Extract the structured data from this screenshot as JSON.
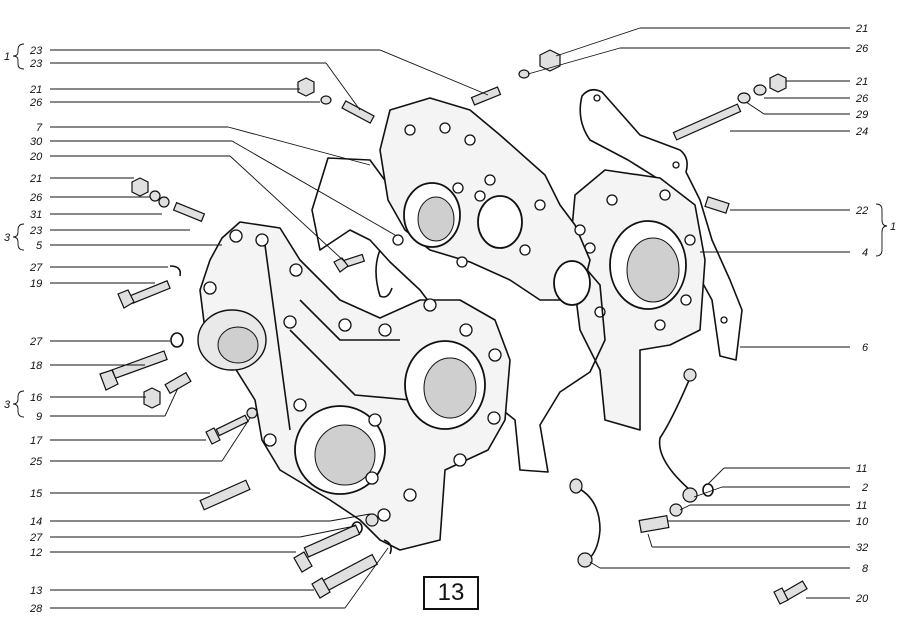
{
  "figure_number": "13",
  "callouts": {
    "left": [
      {
        "id": "l1",
        "text": "23"
      },
      {
        "id": "l2",
        "text": "23"
      },
      {
        "id": "l3",
        "text": "21"
      },
      {
        "id": "l4",
        "text": "26"
      },
      {
        "id": "l5",
        "text": "7"
      },
      {
        "id": "l6",
        "text": "30"
      },
      {
        "id": "l7",
        "text": "20"
      },
      {
        "id": "l8",
        "text": "21"
      },
      {
        "id": "l9",
        "text": "26"
      },
      {
        "id": "l10",
        "text": "31"
      },
      {
        "id": "l11",
        "text": "23"
      },
      {
        "id": "l12",
        "text": "5"
      },
      {
        "id": "l13",
        "text": "27"
      },
      {
        "id": "l14",
        "text": "19"
      },
      {
        "id": "l15",
        "text": "27"
      },
      {
        "id": "l16",
        "text": "18"
      },
      {
        "id": "l17",
        "text": "16"
      },
      {
        "id": "l18",
        "text": "9"
      },
      {
        "id": "l19",
        "text": "17"
      },
      {
        "id": "l20",
        "text": "25"
      },
      {
        "id": "l21",
        "text": "15"
      },
      {
        "id": "l22",
        "text": "14"
      },
      {
        "id": "l23",
        "text": "27"
      },
      {
        "id": "l24",
        "text": "12"
      },
      {
        "id": "l25",
        "text": "13"
      },
      {
        "id": "l26",
        "text": "28"
      }
    ],
    "right": [
      {
        "id": "r1",
        "text": "21"
      },
      {
        "id": "r2",
        "text": "26"
      },
      {
        "id": "r3",
        "text": "21"
      },
      {
        "id": "r4",
        "text": "26"
      },
      {
        "id": "r5",
        "text": "29"
      },
      {
        "id": "r6",
        "text": "24"
      },
      {
        "id": "r7",
        "text": "22"
      },
      {
        "id": "r8",
        "text": "4"
      },
      {
        "id": "r9",
        "text": "6"
      },
      {
        "id": "r10",
        "text": "11"
      },
      {
        "id": "r11",
        "text": "2"
      },
      {
        "id": "r12",
        "text": "11"
      },
      {
        "id": "r13",
        "text": "10"
      },
      {
        "id": "r14",
        "text": "32"
      },
      {
        "id": "r15",
        "text": "8"
      },
      {
        "id": "r16",
        "text": "20"
      }
    ]
  },
  "group_labels": [
    {
      "id": "g1",
      "text": "1"
    },
    {
      "id": "g2",
      "text": "3"
    },
    {
      "id": "g3",
      "text": "3"
    },
    {
      "id": "g4",
      "text": "1"
    }
  ]
}
